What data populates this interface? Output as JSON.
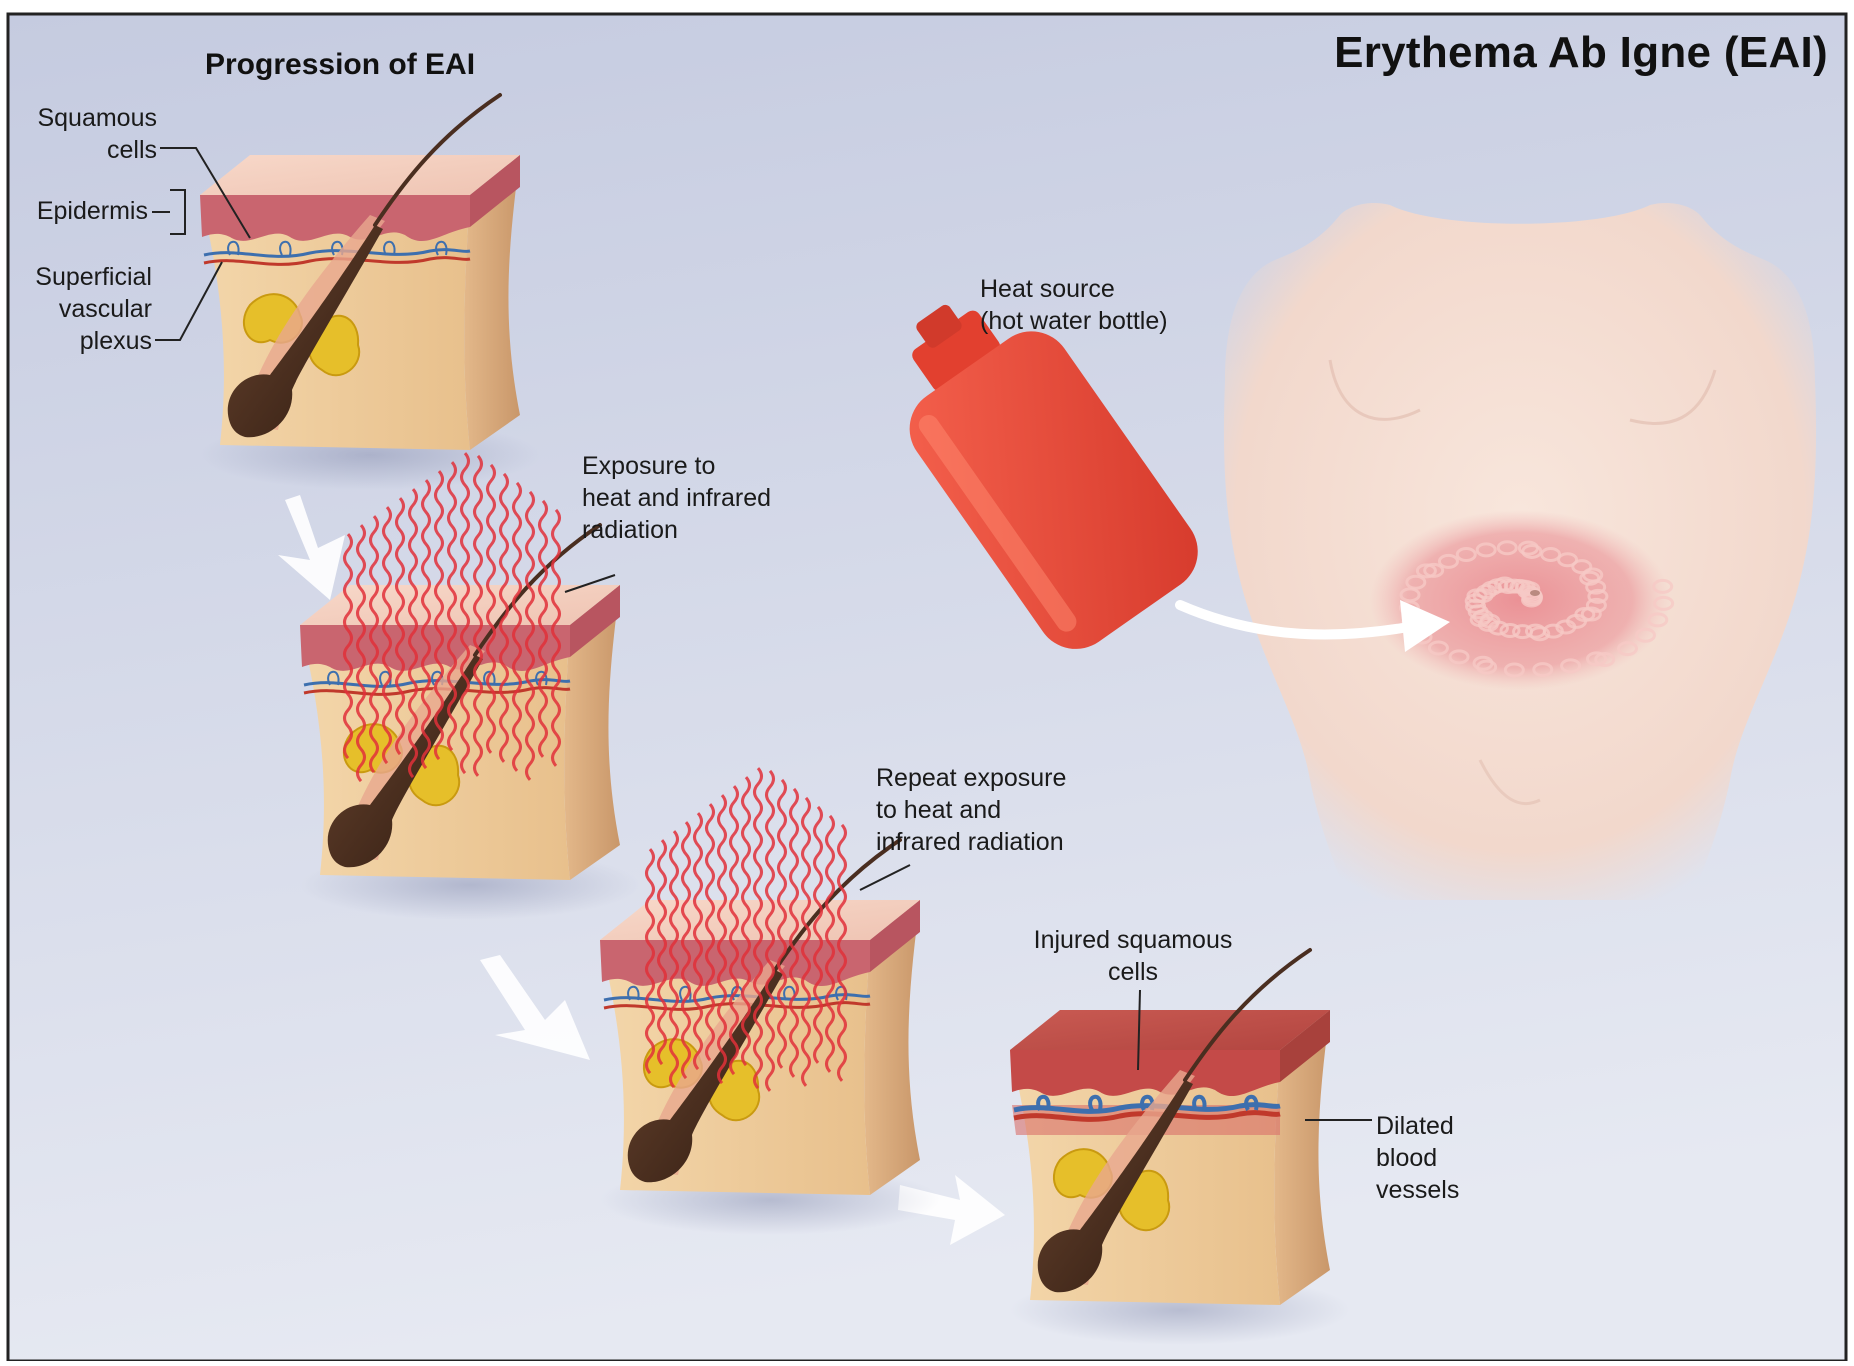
{
  "title": "Erythema Ab Igne (EAI)",
  "subtitle": "Progression of EAI",
  "colors": {
    "background_top": "#c5cbe0",
    "background_bottom": "#e4e8f2",
    "epidermis": "#c9656f",
    "dermis": "#f0cfa0",
    "hair": "#4a2e20",
    "gland": "#e6bf2a",
    "vessel_blue": "#3d6fae",
    "vessel_red": "#c0392b",
    "heat_wave": "#e0303a",
    "bottle": "#e8483a",
    "body_skin": "#f5dfd4",
    "rash": "#e88a8f",
    "arrow": "#ffffff"
  },
  "labels": {
    "squamous": [
      "Squamous",
      "cells"
    ],
    "epidermis": [
      "Epidermis"
    ],
    "plexus": [
      "Superficial",
      "vascular",
      "plexus"
    ],
    "exposure": [
      "Exposure to",
      "heat and infrared",
      "radiation"
    ],
    "heat_source": [
      "Heat source",
      "(hot water bottle)"
    ],
    "repeat": [
      "Repeat exposure",
      "to heat and",
      "infrared radiation"
    ],
    "injured": [
      "Injured squamous",
      "cells"
    ],
    "dilated": [
      "Dilated",
      "blood",
      "vessels"
    ]
  },
  "icons": [
    "skin-block",
    "heat-wave",
    "hot-water-bottle",
    "torso",
    "rash",
    "arrow"
  ]
}
